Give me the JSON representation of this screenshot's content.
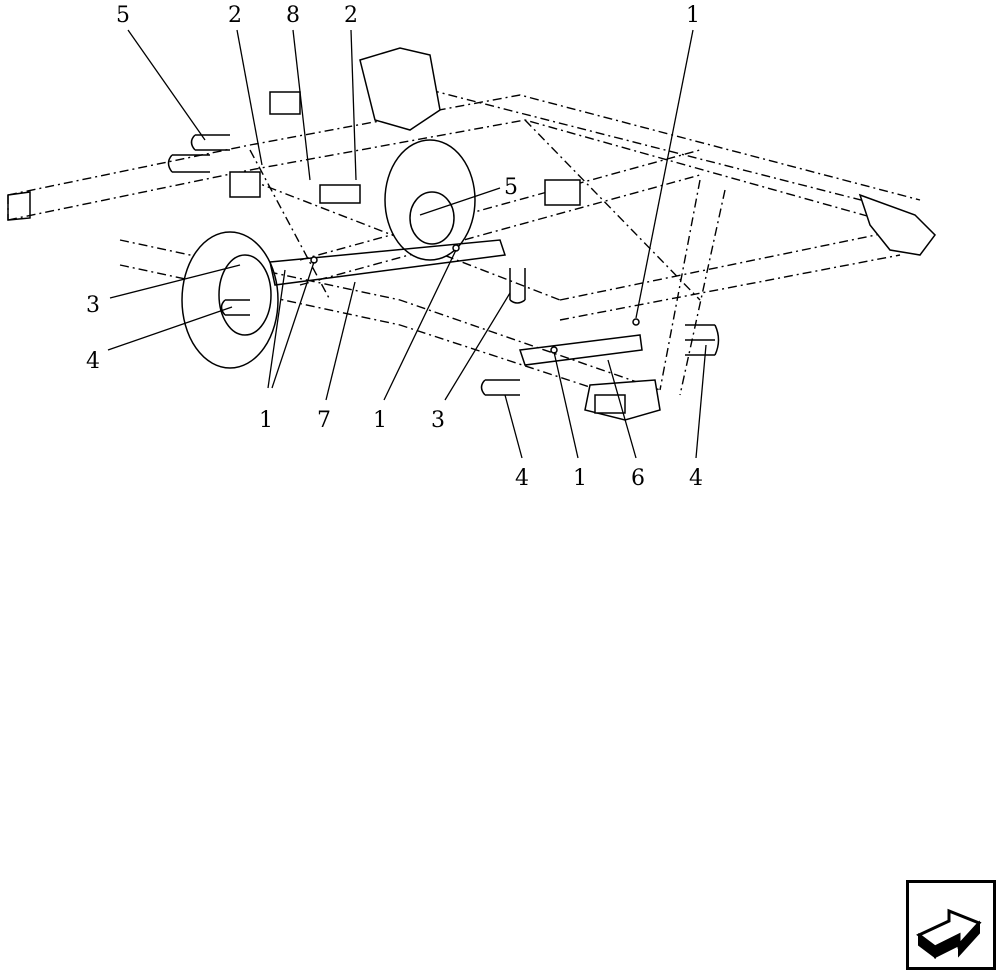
{
  "callouts": {
    "c1": "5",
    "c2": "2",
    "c3": "8",
    "c4": "2",
    "c5": "1",
    "c6": "5",
    "c7": "3",
    "c8": "4",
    "c9": "1",
    "c10": "7",
    "c11": "1",
    "c12": "3",
    "c13": "4",
    "c14": "1",
    "c15": "6",
    "c16": "4"
  },
  "navigation": {
    "icon": "arrow-right-3d-icon"
  }
}
